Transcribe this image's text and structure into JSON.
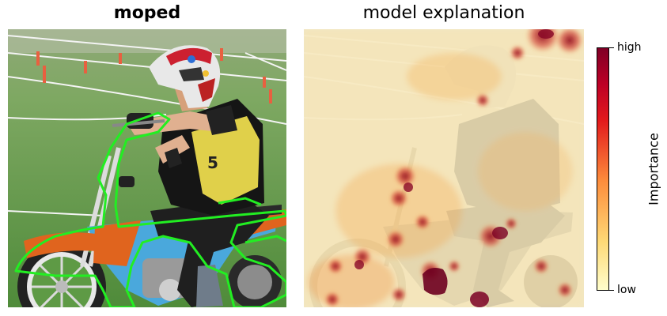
{
  "left_panel": {
    "title": "moped",
    "description": "Rider on an orange and blue dirt bike on a grass track; bike outlined by a bright green segmentation mask"
  },
  "right_panel": {
    "title": "model explanation",
    "description": "Faded copy of the photo overlaid with a yellow-to-dark-red importance heatmap"
  },
  "colorbar": {
    "label": "Importance",
    "top_label": "high",
    "bottom_label": "low",
    "colors": [
      "#fffecb",
      "#fed976",
      "#fd8d3c",
      "#e31a1c",
      "#bd0026",
      "#800026"
    ]
  },
  "colors": {
    "mask_outline": "#22ee22",
    "bike_orange": "#e0641e",
    "bike_blue": "#4aa8dc",
    "jersey_yellow": "#e0d04a",
    "grass": "#5e9a45"
  }
}
